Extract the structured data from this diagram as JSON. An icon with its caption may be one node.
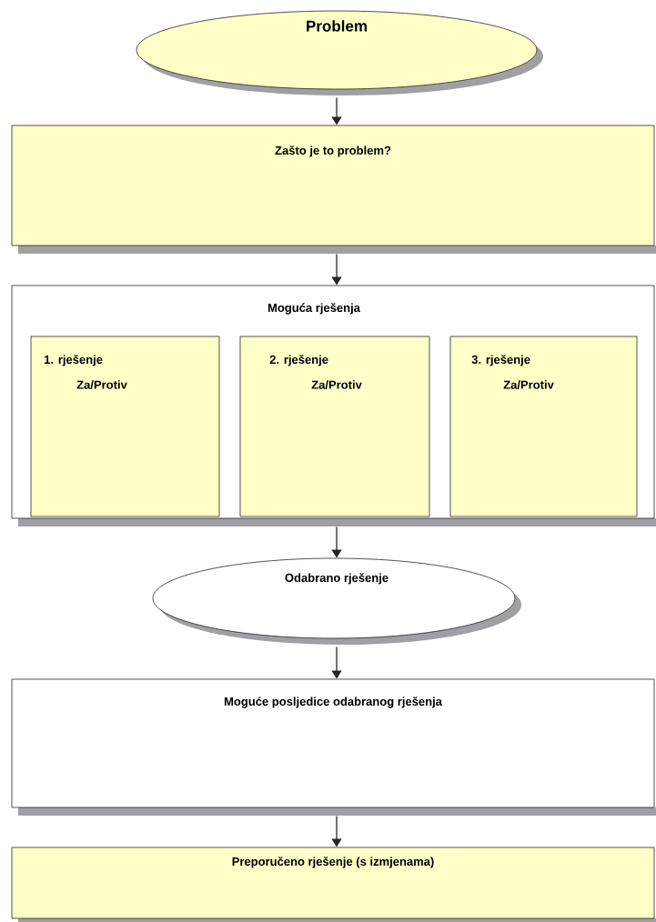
{
  "diagram": {
    "nodes": [
      {
        "text": [
          "Problem"
        ]
      },
      {
        "text": [
          "Zašto je to problem?"
        ]
      },
      {
        "text": [
          "Moguća rješenja"
        ]
      },
      {
        "text": [
          "1. rješenje",
          "Za/Protiv"
        ],
        "in": 2
      },
      {
        "text": [
          "2. rješenje",
          "Za/Protiv"
        ],
        "in": 2
      },
      {
        "text": [
          "3. rješenje",
          "Za/Protiv"
        ],
        "in": 2
      },
      {
        "text": [
          "Odabrano rješenje"
        ]
      },
      {
        "text": [
          "Moguće posljedice odabranog rješenja"
        ]
      },
      {
        "text": [
          "Preporučeno rješenje (s izmjenama)"
        ]
      }
    ],
    "edges": [
      {
        "from": 0,
        "to": 1,
        "arrow": "to"
      },
      {
        "from": 1,
        "to": 2,
        "arrow": "to"
      },
      {
        "from": 2,
        "to": 6,
        "arrow": "to"
      },
      {
        "from": 6,
        "to": 7,
        "arrow": "to"
      },
      {
        "from": 7,
        "to": 8,
        "arrow": "to"
      }
    ]
  }
}
